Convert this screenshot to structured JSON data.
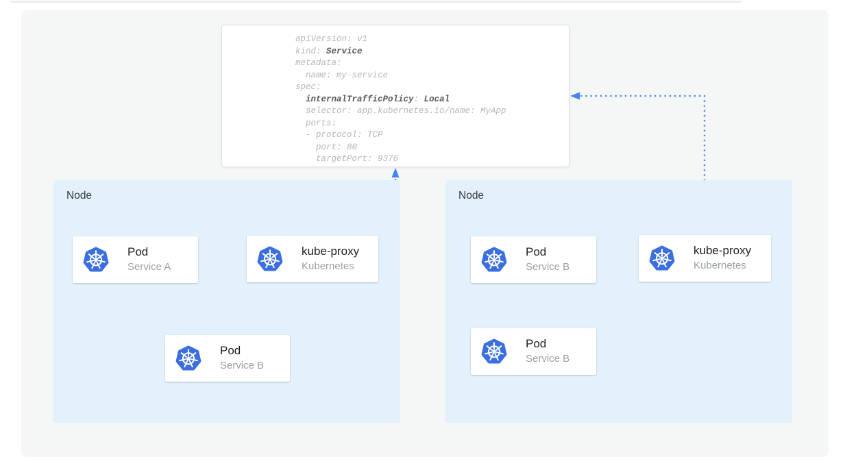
{
  "colors": {
    "arrow_solid_blue": "#4285f4",
    "arrow_dotted_blue": "#4e87ee",
    "kubernetes_logo_blue": "#3b6fe0",
    "node_background": "#e3f1fd",
    "canvas_background": "#f5f6f6",
    "code_regular_gray": "#b3b6ba",
    "code_bold_gray": "#56585c"
  },
  "yaml_card": {
    "lines": [
      [
        {
          "t": "apiVersion: v1"
        }
      ],
      [
        {
          "t": "kind: "
        },
        {
          "t": "Service",
          "b": true
        }
      ],
      [
        {
          "t": "metadata:"
        }
      ],
      [
        {
          "t": "  name: my-service"
        }
      ],
      [
        {
          "t": "spec:"
        }
      ],
      [
        {
          "t": "  "
        },
        {
          "t": "internalTrafficPolicy",
          "b": true
        },
        {
          "t": ": "
        },
        {
          "t": "Local",
          "b": true
        }
      ],
      [
        {
          "t": "  selector: app.kubernetes.io/name: MyApp"
        }
      ],
      [
        {
          "t": "  ports:"
        }
      ],
      [
        {
          "t": "  - protocol: TCP"
        }
      ],
      [
        {
          "t": "    port: 80"
        }
      ],
      [
        {
          "t": "    targetPort: 9376"
        }
      ]
    ]
  },
  "nodes": [
    {
      "label": "Node",
      "components": [
        {
          "title": "Pod",
          "subtitle": "Service A"
        },
        {
          "title": "kube-proxy",
          "subtitle": "Kubernetes"
        },
        {
          "title": "Pod",
          "subtitle": "Service B"
        }
      ]
    },
    {
      "label": "Node",
      "components": [
        {
          "title": "Pod",
          "subtitle": "Service B"
        },
        {
          "title": "kube-proxy",
          "subtitle": "Kubernetes"
        },
        {
          "title": "Pod",
          "subtitle": "Service B"
        }
      ]
    }
  ]
}
